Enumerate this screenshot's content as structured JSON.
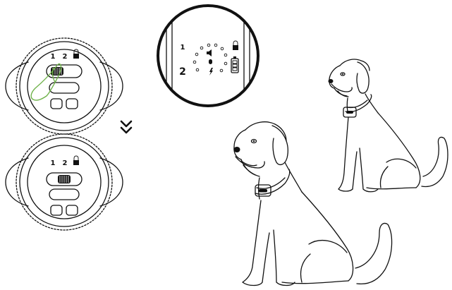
{
  "remote_top": {
    "label_1": "1",
    "label_2": "2"
  },
  "remote_bottom": {
    "label_1": "1",
    "label_2": "2"
  },
  "zoom_inset": {
    "label_1": "1",
    "label_2": "2"
  },
  "icons": {
    "arrow": "double-chevron-down-icon",
    "lock": "lock-icon",
    "battery": "battery-icon",
    "finger": "finger-icon",
    "speaker": "speaker-icon",
    "vibration": "vibration-icon",
    "shock": "lightning-icon"
  },
  "colors": {
    "finger_outline": "#6fb24a",
    "line_art": "#111111"
  }
}
